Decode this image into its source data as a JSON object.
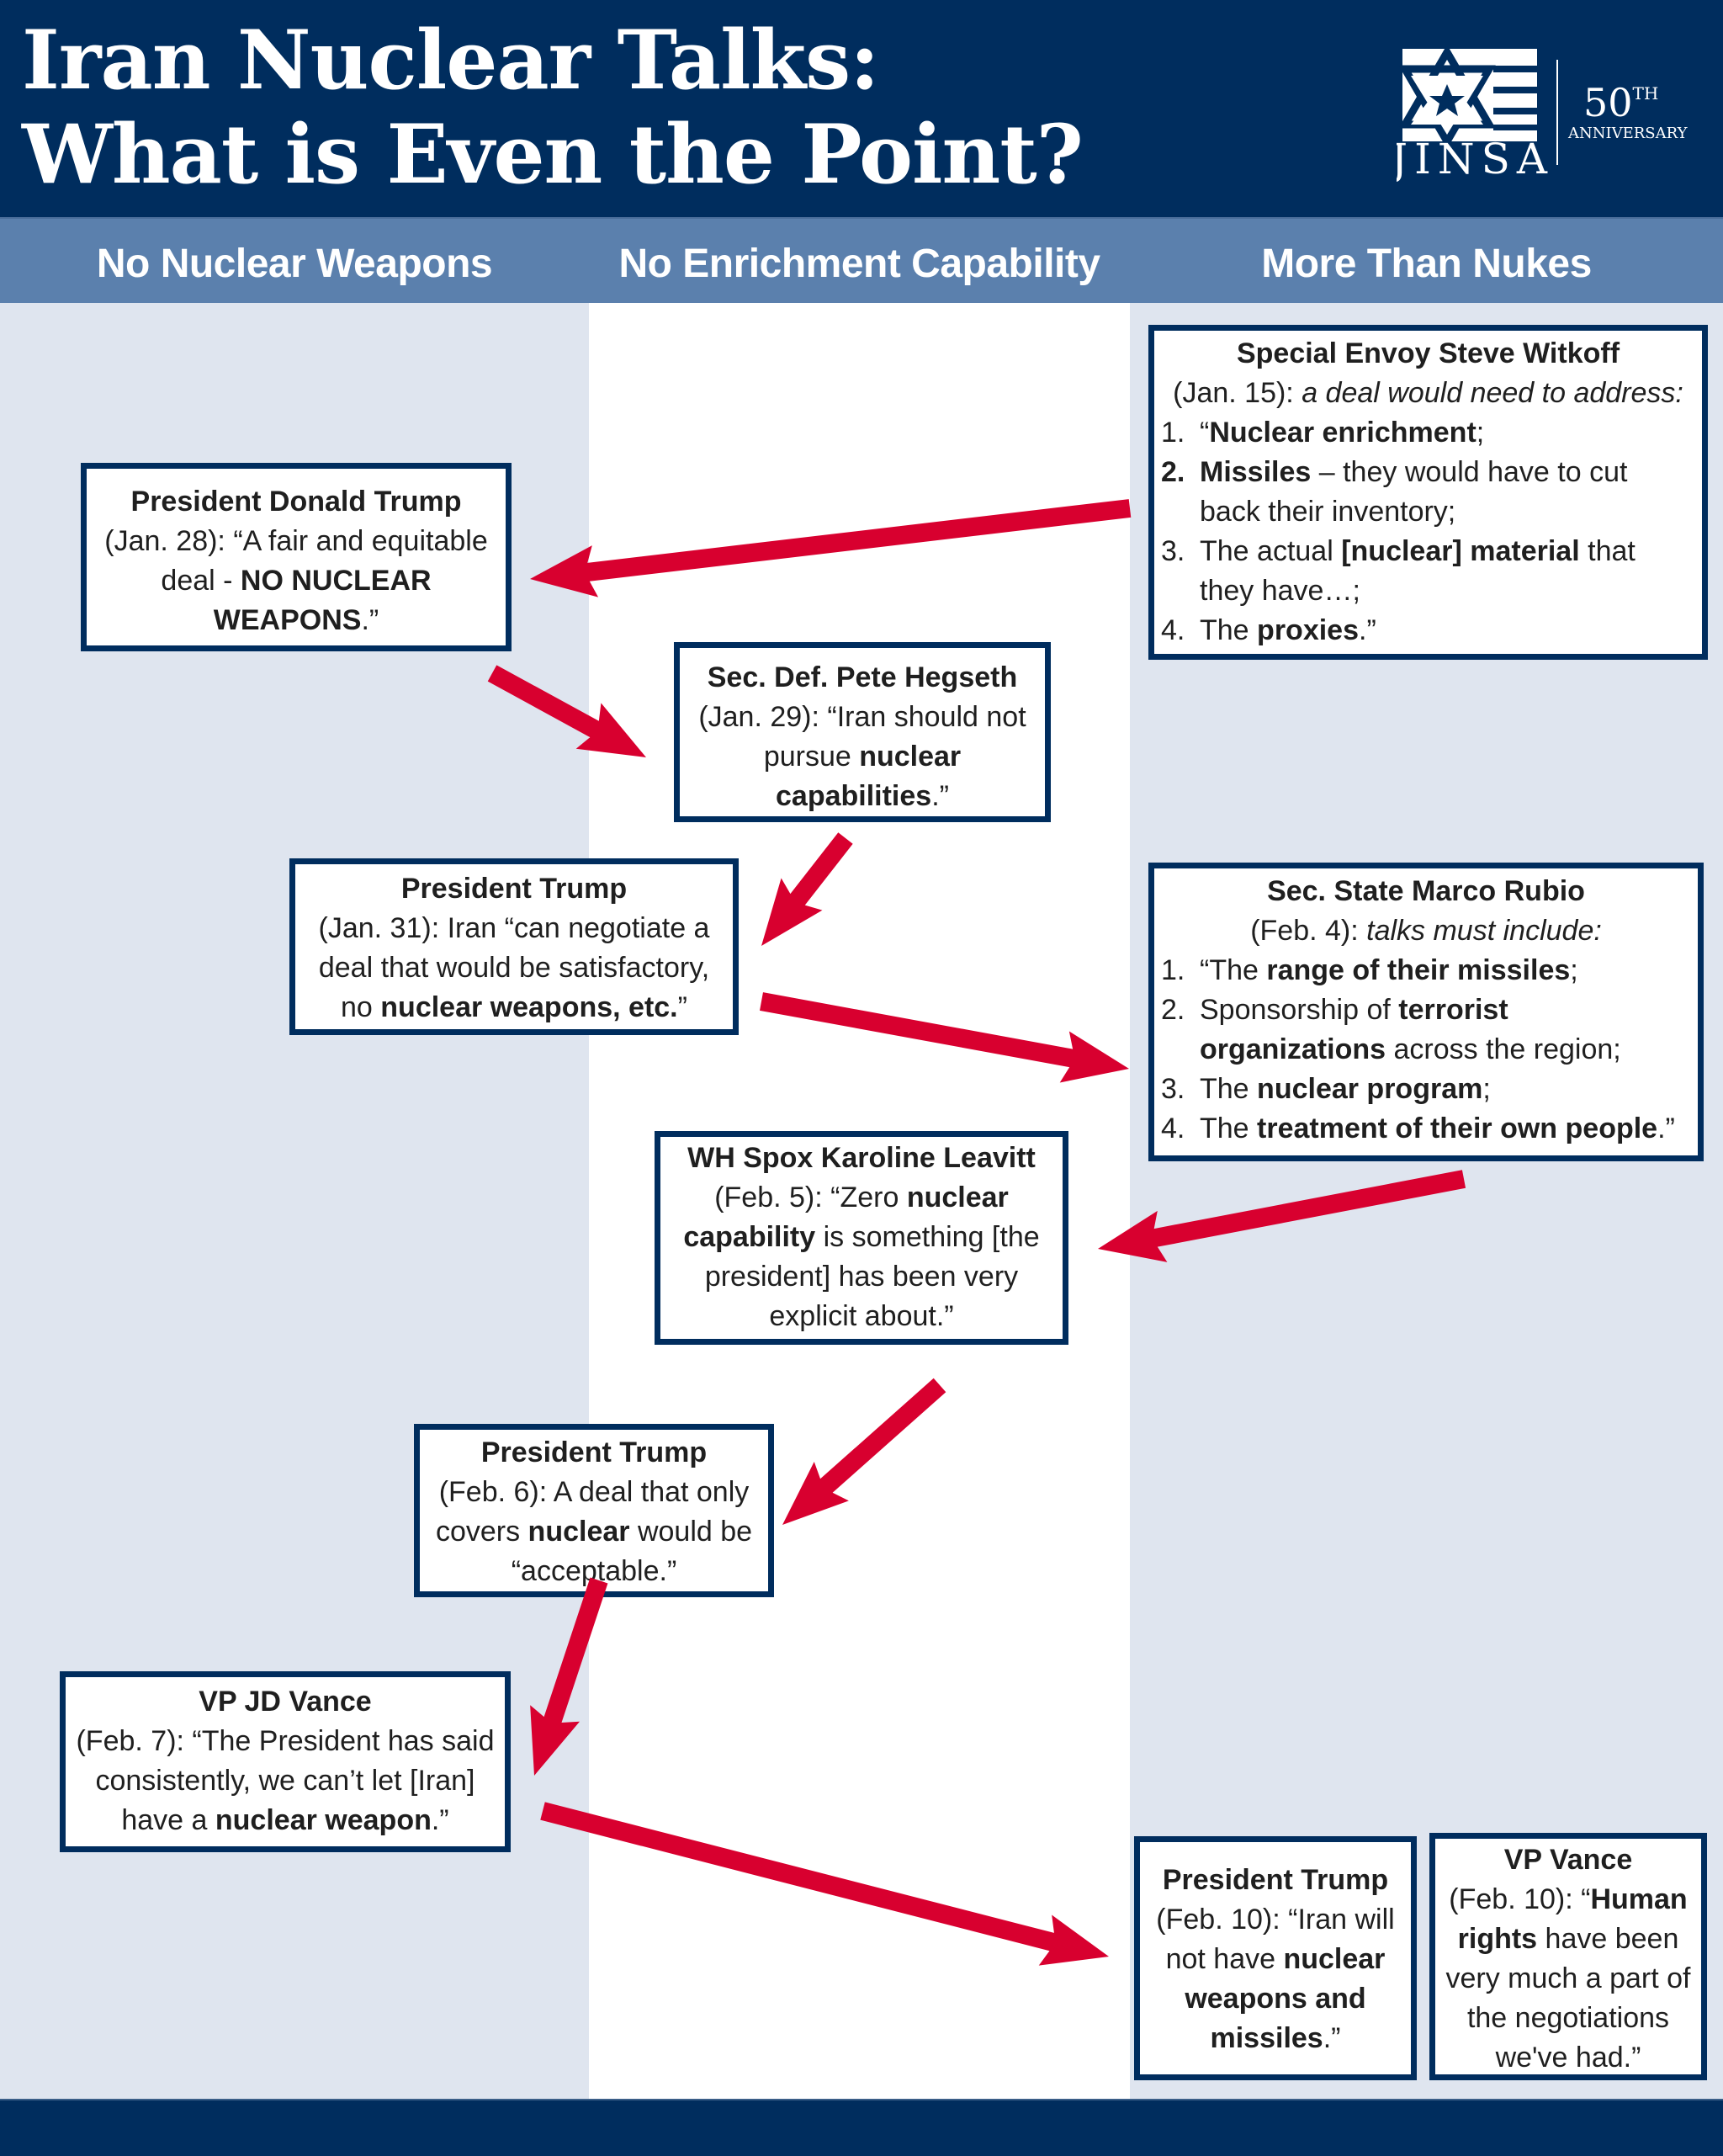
{
  "header": {
    "title_line1": "Iran Nuclear Talks:",
    "title_line2": "What is Even the Point?",
    "logo": {
      "name": "JINSA",
      "anniversary_number": "50",
      "anniversary_suffix": "TH",
      "anniversary_label": "ANNIVERSARY"
    }
  },
  "columns": [
    {
      "label": "No Nuclear Weapons"
    },
    {
      "label": "No Enrichment Capability"
    },
    {
      "label": "More Than Nukes"
    }
  ],
  "colors": {
    "header_bg": "#002d5e",
    "column_bar": "#5b80ad",
    "side_column_bg": "#dfe5ef",
    "middle_column_bg": "#ffffff",
    "box_border": "#002d5e",
    "arrow": "#d8002f"
  },
  "statements": {
    "witkoff": {
      "who": "Special Envoy Steve Witkoff",
      "date": "(Jan. 15): ",
      "intro": "a deal would need to address:",
      "items": [
        {
          "num": "1.",
          "pre": "“",
          "bold": "Nuclear enrichment",
          "post": ";"
        },
        {
          "num": "2.",
          "pre": "",
          "bold": "Missiles",
          "post": " – they would have to cut back their inventory;"
        },
        {
          "num": "3.",
          "pre": "The actual ",
          "bold": "[nuclear] material",
          "post": " that they have…;"
        },
        {
          "num": "4.",
          "pre": "The ",
          "bold": "proxies",
          "post": ".”"
        }
      ]
    },
    "trump_jan28": {
      "who": "President Donald Trump",
      "text_pre": "(Jan. 28): “A fair and equitable deal - ",
      "bold": "NO NUCLEAR WEAPONS",
      "text_post": ".”"
    },
    "hegseth_jan29": {
      "who": "Sec. Def. Pete Hegseth",
      "text_pre": "(Jan. 29): “Iran should not pursue ",
      "bold": "nuclear capabilities",
      "text_post": ".”"
    },
    "trump_jan31": {
      "who": "President Trump",
      "text_pre": "(Jan. 31): Iran “can negotiate a deal that would be satisfactory, no ",
      "bold": "nuclear weapons, etc.",
      "text_post": "”"
    },
    "rubio_feb4": {
      "who": "Sec. State Marco Rubio",
      "date": "(Feb. 4): ",
      "intro": "talks must include:",
      "items": [
        {
          "num": "1.",
          "pre": "“The ",
          "bold": "range of their missiles",
          "post": ";"
        },
        {
          "num": "2.",
          "pre": "Sponsorship of ",
          "bold": "terrorist organizations",
          "post": " across the region;"
        },
        {
          "num": "3.",
          "pre": "The ",
          "bold": "nuclear program",
          "post": ";"
        },
        {
          "num": "4.",
          "pre": "The ",
          "bold": "treatment of their own people",
          "post": ".”"
        }
      ]
    },
    "leavitt_feb5": {
      "who": "WH Spox Karoline Leavitt",
      "text_pre": "(Feb. 5): “Zero ",
      "bold": "nuclear capability",
      "text_post": " is something [the president] has been very explicit about.”"
    },
    "trump_feb6": {
      "who": "President Trump",
      "text_pre": "(Feb. 6): A deal that only covers ",
      "bold": "nuclear",
      "text_post": " would be “acceptable.”"
    },
    "vance_feb7": {
      "who": "VP JD Vance",
      "text_pre": "(Feb. 7): “The President has said consistently, we can’t let [Iran] have a ",
      "bold": "nuclear weapon",
      "text_post": ".”"
    },
    "trump_feb10": {
      "who": "President Trump",
      "text_pre": "(Feb. 10): “Iran will not have ",
      "bold": "nuclear weapons and missiles",
      "text_post": ".”"
    },
    "vance_feb10": {
      "who": "VP Vance",
      "text_pre": "(Feb. 10): “",
      "bold": "Human rights",
      "text_post": " have been very much a part of the negotiations we've had.”"
    }
  },
  "flow_order": [
    "witkoff",
    "trump_jan28",
    "hegseth_jan29",
    "trump_jan31",
    "rubio_feb4",
    "leavitt_feb5",
    "trump_feb6",
    "vance_feb7",
    "trump_feb10"
  ]
}
